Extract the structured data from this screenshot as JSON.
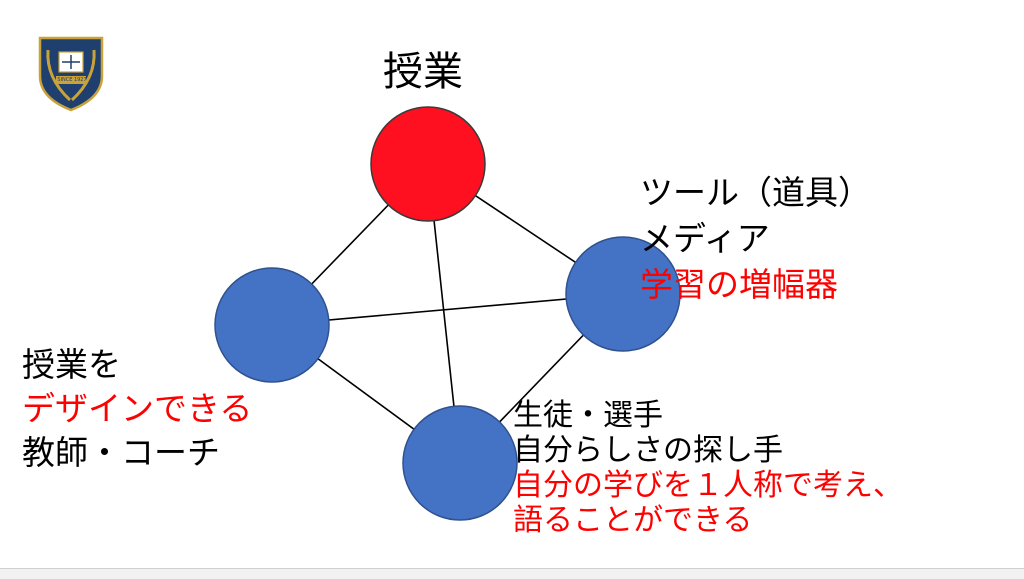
{
  "colors": {
    "accent_red": "#ff0000",
    "node_red": "#ff1020",
    "node_blue": "#4472c4",
    "edge": "#000000",
    "emblem_navy": "#1f3f6e",
    "emblem_gold": "#c9a23a"
  },
  "logo": {
    "icon": "school-crest-icon",
    "text": "SINCE 1927"
  },
  "nodes": {
    "top": {
      "label": "授業"
    },
    "right": {
      "lines": [
        {
          "text": "ツール（道具）",
          "color": "black"
        },
        {
          "text": "メディア",
          "color": "black"
        },
        {
          "text": "学習の増幅器",
          "color": "red"
        }
      ]
    },
    "left": {
      "lines": [
        {
          "text": "授業を",
          "color": "black"
        },
        {
          "text": "デザインできる",
          "color": "red"
        },
        {
          "text": "教師・コーチ",
          "color": "black"
        }
      ]
    },
    "bottom": {
      "lines": [
        {
          "text": "生徒・選手",
          "color": "black"
        },
        {
          "text": "自分らしさの探し手",
          "color": "black"
        },
        {
          "text": "自分の学びを１人称で考え、",
          "color": "red"
        },
        {
          "text": "語ることができる",
          "color": "red"
        }
      ]
    }
  }
}
